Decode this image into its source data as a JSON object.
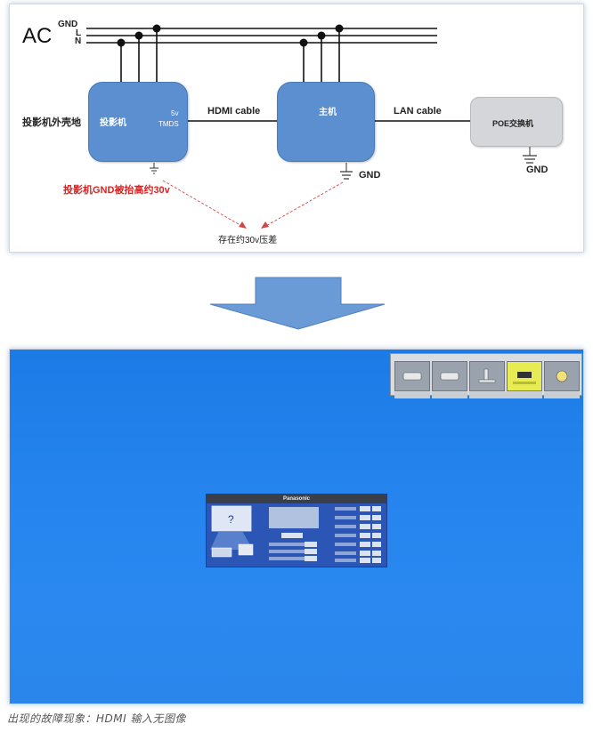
{
  "diagram": {
    "ac_label": "AC",
    "lines": [
      "GND",
      "L",
      "N"
    ],
    "projector_side_label": "投影机外壳地",
    "projector": {
      "name": "投影机",
      "port_5v": "5v",
      "port_tmds": "TMDS"
    },
    "hdmi_cable": "HDMI cable",
    "host": {
      "name": "主机"
    },
    "lan_cable": "LAN cable",
    "poe_switch": {
      "name": "POE交换机"
    },
    "host_gnd": "GND",
    "poe_gnd": "GND",
    "projector_gnd_note": "投影机GND被抬高约30v",
    "voltage_note": "存在约30v压差",
    "colors": {
      "box": "#5b8fd0",
      "poe": "#d4d6d9",
      "warning": "#e02020",
      "arrow": "#6b9bd6"
    }
  },
  "screen": {
    "osd_brand": "Panasonic",
    "osd_icon": "question-mark",
    "osd_question": "?"
  },
  "caption": "出现的故障现象：HDMI 输入无图像"
}
